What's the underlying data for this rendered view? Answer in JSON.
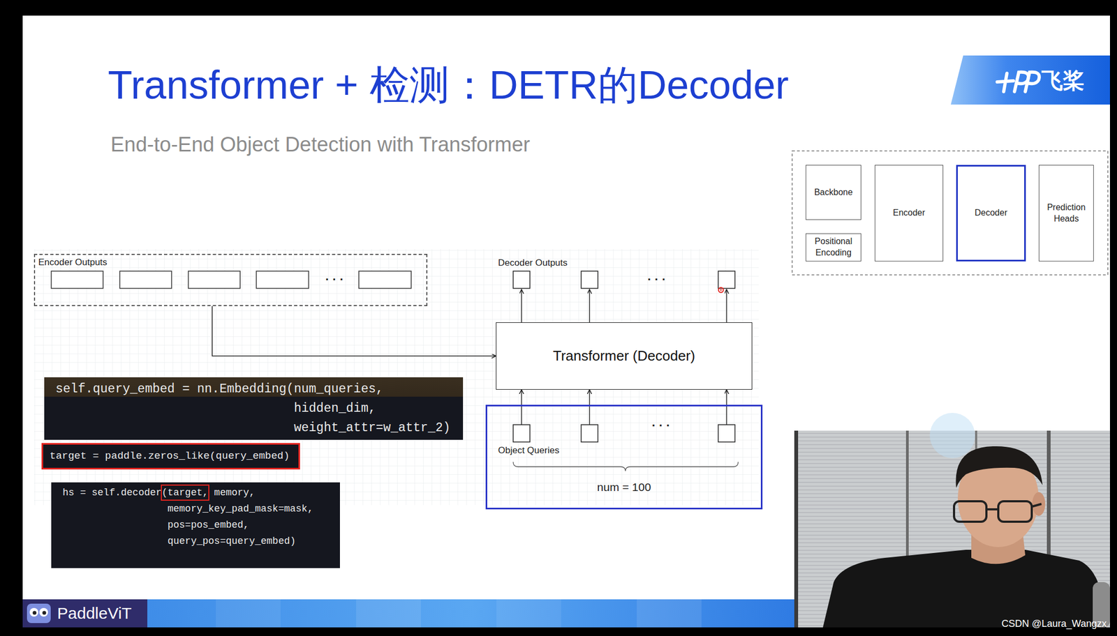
{
  "diagram": {
    "title": "Transformer + 检测：DETR的Decoder",
    "nodes": [
      {
        "text": [
          "Backbone"
        ]
      },
      {
        "text": [
          "Positional Encoding"
        ]
      },
      {
        "text": [
          "Encoder"
        ]
      },
      {
        "text": [
          "Decoder"
        ]
      },
      {
        "text": [
          "Prediction Heads"
        ]
      },
      {
        "text": [
          "Encoder Outputs"
        ]
      },
      {
        "text": [
          "Transformer (Decoder)"
        ]
      },
      {
        "text": [
          "self.query_embed = nn.Embedding(num_queries, hidden_dim, weight_attr=w_attr_2)"
        ]
      },
      {
        "text": [
          "target = paddle.zeros_like(query_embed)"
        ]
      },
      {
        "text": [
          "Object Queries",
          "num = 100"
        ]
      },
      {
        "text": [
          "hs = self.decoder(target, memory, memory_key_pad_mask=mask, pos=pos_embed, query_pos=query_embed)"
        ]
      }
    ],
    "edges": [
      {
        "from": 5,
        "to": 6,
        "arrow": "to"
      },
      {
        "from": 9,
        "to": 6,
        "arrow": "to"
      },
      {
        "from": 9,
        "to": 6,
        "arrow": "to"
      },
      {
        "from": 9,
        "to": 6,
        "arrow": "to"
      }
    ],
    "labels": [
      "End-to-End Object Detection with Transformer",
      "飞桨",
      "Decoder Outputs",
      "· · ·",
      "· · ·",
      "· · ·",
      "PaddleViT",
      "CSDN @Laura_Wangzx"
    ]
  }
}
